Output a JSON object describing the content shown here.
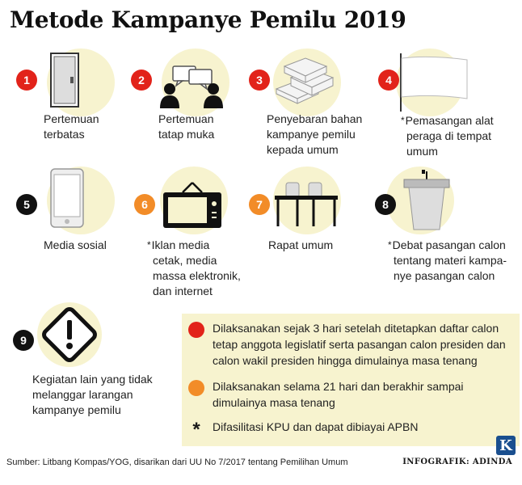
{
  "title": "Metode Kampanye Pemilu 2019",
  "colors": {
    "red": "#e2231a",
    "orange": "#f28c28",
    "black": "#111111",
    "highlight": "#f7f3cf"
  },
  "items": [
    {
      "num": "1",
      "icon": "door-icon",
      "lines": [
        "Pertemuan",
        "terbatas"
      ],
      "star": false
    },
    {
      "num": "2",
      "icon": "meeting-people-icon",
      "lines": [
        "Pertemuan",
        "tatap muka"
      ],
      "star": false
    },
    {
      "num": "3",
      "icon": "paper-stack-icon",
      "lines": [
        "Penyebaran bahan",
        "kampanye pemilu",
        "kepada umum"
      ],
      "star": false
    },
    {
      "num": "4",
      "icon": "banner-flag-icon",
      "lines": [
        "Pemasangan alat",
        "peraga di tempat",
        "umum"
      ],
      "star": true
    },
    {
      "num": "5",
      "icon": "smartphone-icon",
      "lines": [
        "Media sosial"
      ],
      "star": false
    },
    {
      "num": "6",
      "icon": "television-icon",
      "lines": [
        "Iklan media",
        "cetak, media",
        "massa elektronik,",
        "dan internet"
      ],
      "star": true
    },
    {
      "num": "7",
      "icon": "tables-chairs-icon",
      "lines": [
        "Rapat umum"
      ],
      "star": false
    },
    {
      "num": "8",
      "icon": "podium-icon",
      "lines": [
        "Debat pasangan calon",
        "tentang materi kampa-",
        "nye pasangan calon"
      ],
      "star": true
    },
    {
      "num": "9",
      "icon": "warning-sign-icon",
      "lines": [
        "Kegiatan lain yang tidak",
        "melanggar larangan",
        "kampanye pemilu"
      ],
      "star": false
    }
  ],
  "legend": {
    "red": [
      "Dilaksanakan sejak 3 hari setelah ditetapkan daftar calon",
      "tetap anggota legislatif serta pasangan calon presiden dan",
      "calon wakil presiden hingga dimulainya masa tenang"
    ],
    "orange": [
      "Dilaksanakan selama 21 hari dan berakhir sampai",
      "dimulainya masa tenang"
    ],
    "star": [
      "Difasilitasi KPU dan dapat dibiayai APBN"
    ],
    "star_symbol": "*"
  },
  "source": "Sumber: Litbang Kompas/YOG, disarikan dari UU No 7/2017 tentang Pemilihan Umum",
  "credit": "INFOGRAFIK: ADINDA",
  "logo_letter": "K"
}
